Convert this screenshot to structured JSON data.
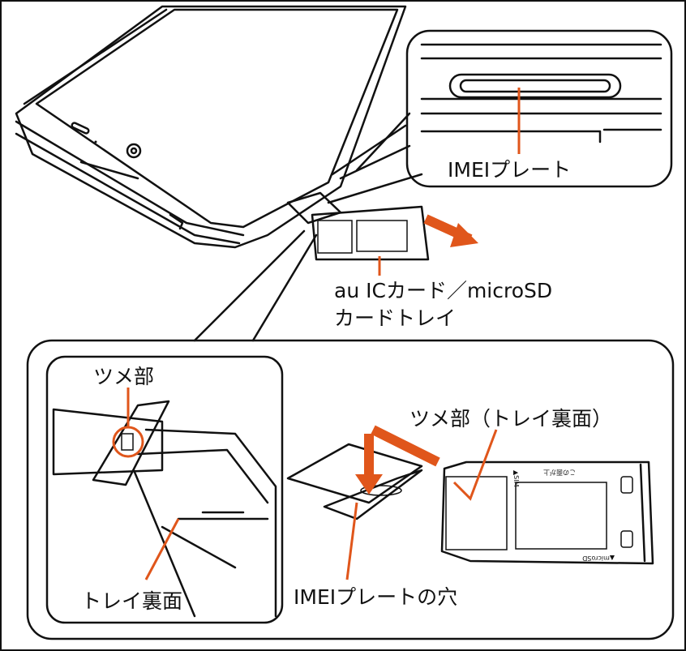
{
  "labels": {
    "imei_plate": "IMEIプレート",
    "tray_line1": "au ICカード／microSD",
    "tray_line2": "カードトレイ",
    "claw": "ツメ部",
    "tray_back": "トレイ裏面",
    "claw_back": "ツメ部（トレイ裏面）",
    "imei_hole": "IMEIプレートの穴"
  },
  "tray_marks": {
    "sim": "▲SIM",
    "microsd": "▲microSD",
    "this_side_up": "この面が上"
  },
  "colors": {
    "accent": "#e0561b",
    "plate": "#c8c8c8",
    "line": "#111111"
  }
}
